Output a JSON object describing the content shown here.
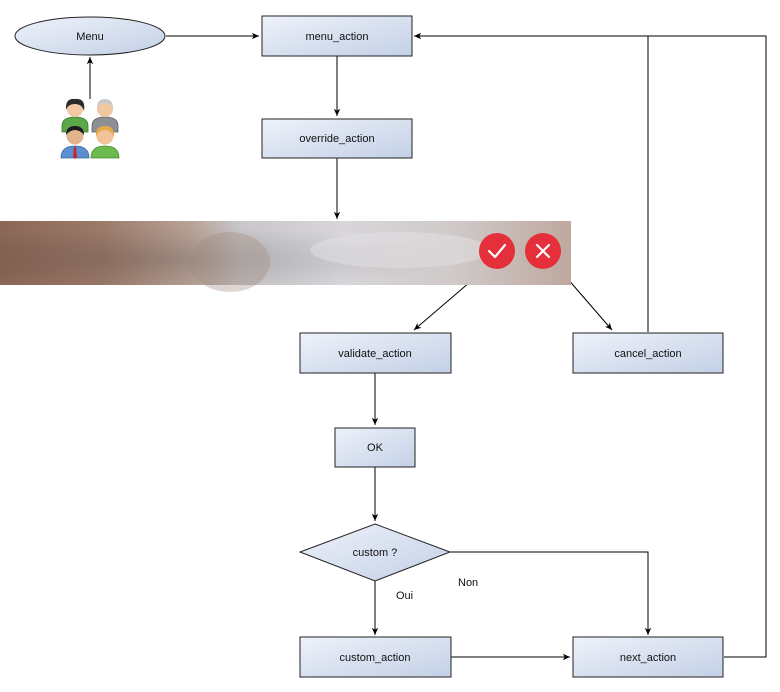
{
  "colors": {
    "node_fill_start": "#eef2fa",
    "node_fill_end": "#c3d0e6",
    "node_stroke": "#222222",
    "edge": "#000000",
    "validate_button": "#e52f3a",
    "cancel_button": "#e52f3a"
  },
  "nodes": {
    "menu": "Menu",
    "menu_action": "menu_action",
    "override_action": "override_action",
    "validate_action": "validate_action",
    "cancel_action": "cancel_action",
    "ok": "OK",
    "custom_decision": "custom ?",
    "custom_action": "custom_action",
    "next_action": "next_action"
  },
  "edge_labels": {
    "yes": "Oui",
    "no": "Non"
  },
  "icons": {
    "users": "users-group-icon",
    "validate": "checkmark-icon",
    "cancel": "close-icon"
  }
}
